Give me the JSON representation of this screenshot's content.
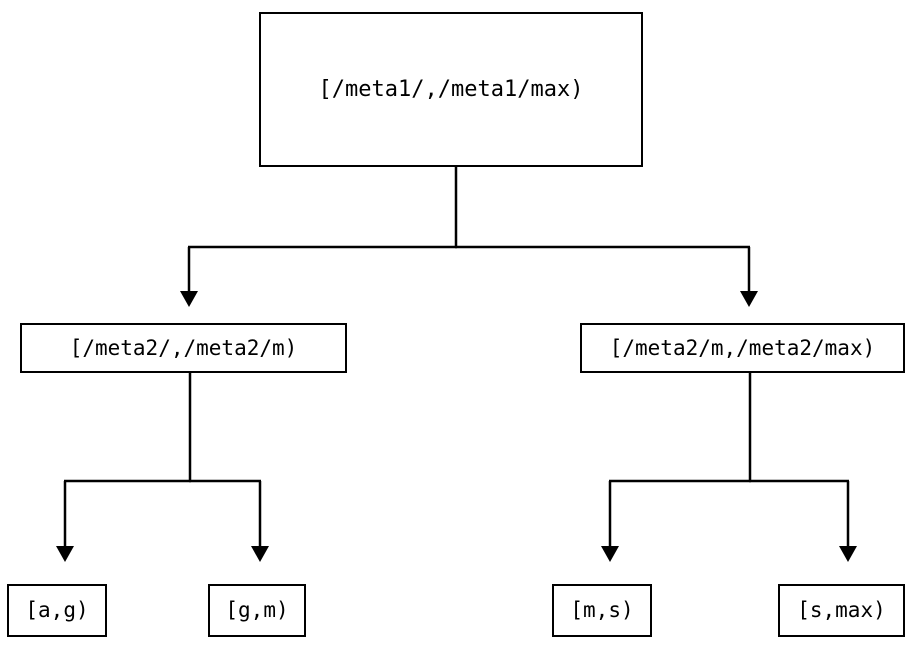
{
  "diagram": {
    "type": "tree",
    "title": "",
    "orientation": "top-down",
    "colors": {
      "background": "#ffffff",
      "stroke": "#000000",
      "text": "#000000",
      "node_fill": "#ffffff"
    },
    "nodes": {
      "root": {
        "id": "root",
        "label": "[/meta1/,/meta1/max)",
        "level": 0
      },
      "mid_left": {
        "id": "mid-left",
        "label": "[/meta2/,/meta2/m)",
        "level": 1
      },
      "mid_right": {
        "id": "mid-right",
        "label": "[/meta2/m,/meta2/max)",
        "level": 1
      },
      "leaf_ag": {
        "id": "leaf-ag",
        "label": "[a,g)",
        "level": 2
      },
      "leaf_gm": {
        "id": "leaf-gm",
        "label": "[g,m)",
        "level": 2
      },
      "leaf_ms": {
        "id": "leaf-ms",
        "label": "[m,s)",
        "level": 2
      },
      "leaf_smax": {
        "id": "leaf-smax",
        "label": "[s,max)",
        "level": 2
      }
    },
    "edges": [
      {
        "from": "root",
        "to": "mid_left",
        "arrow": "triangle-down"
      },
      {
        "from": "root",
        "to": "mid_right",
        "arrow": "triangle-down"
      },
      {
        "from": "mid_left",
        "to": "leaf_ag",
        "arrow": "triangle-down"
      },
      {
        "from": "mid_left",
        "to": "leaf_gm",
        "arrow": "triangle-down"
      },
      {
        "from": "mid_right",
        "to": "leaf_ms",
        "arrow": "triangle-down"
      },
      {
        "from": "mid_right",
        "to": "leaf_smax",
        "arrow": "triangle-down"
      }
    ]
  }
}
